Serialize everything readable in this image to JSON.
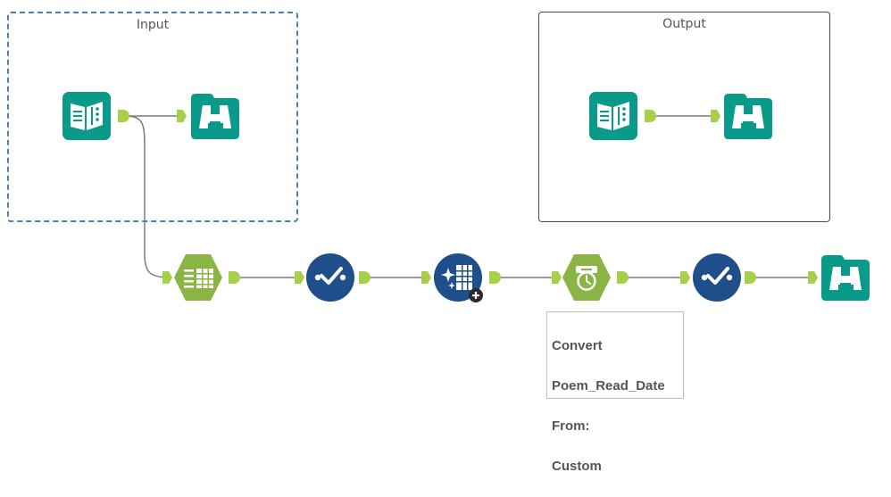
{
  "containers": {
    "input": {
      "title": "Input"
    },
    "output": {
      "title": "Output"
    }
  },
  "annotation": {
    "lines": [
      "Convert",
      "Poem_Read_Date",
      "From:",
      "Custom"
    ]
  },
  "colors": {
    "io_teal": "#0a9a8a",
    "prep_green": "#8ab443",
    "blue_tool": "#1f4f8b",
    "connector": "#a6cf4a",
    "wire": "#7a7a7a"
  },
  "tools": [
    {
      "name": "input-data-tool-1",
      "icon": "book-icon"
    },
    {
      "name": "browse-tool-1",
      "icon": "binoculars-icon"
    },
    {
      "name": "input-data-tool-2",
      "icon": "book-icon"
    },
    {
      "name": "browse-tool-2",
      "icon": "binoculars-icon"
    },
    {
      "name": "text-to-columns-tool",
      "icon": "table-split-icon"
    },
    {
      "name": "select-tool-1",
      "icon": "checkmark-icon"
    },
    {
      "name": "data-cleansing-tool",
      "icon": "sparkle-table-icon"
    },
    {
      "name": "datetime-tool",
      "icon": "clock-icon"
    },
    {
      "name": "select-tool-2",
      "icon": "checkmark-icon"
    },
    {
      "name": "browse-tool-3",
      "icon": "binoculars-icon"
    }
  ]
}
